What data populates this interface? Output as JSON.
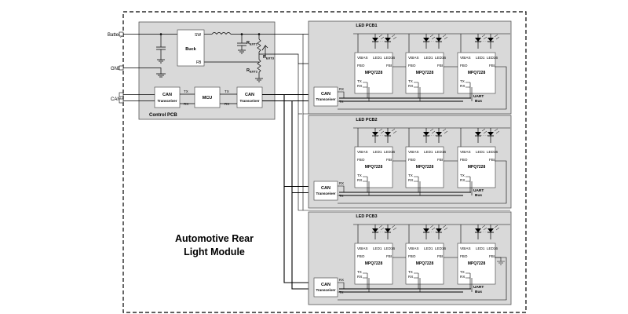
{
  "title_lines": [
    "Automotive Rear",
    "Light Module"
  ],
  "ports": {
    "battery": "Battery",
    "gnd": "GND",
    "can": "CAN"
  },
  "control": {
    "label": "Control PCB",
    "buck": "Buck",
    "sw": "SW",
    "fb": "FB",
    "mcu": "MCU",
    "can_line1": "CAN",
    "can_line2": "Transceiver",
    "tx": "TX",
    "rx": "RX",
    "rext1_main": "R",
    "rext1_sub": "EXT1",
    "rext2_main": "R",
    "rext2_sub": "EXT2",
    "rext3_main": "R",
    "rext3_sub": "EXT3"
  },
  "led_boards": [
    {
      "title": "LED PCB1"
    },
    {
      "title": "LED PCB2"
    },
    {
      "title": "LED PCB3"
    }
  ],
  "chip": {
    "name": "MPQ7228",
    "vbias": "VBIAS",
    "led1": "LED1",
    "led16": "LED16",
    "fbo": "FBO",
    "fbi": "FBI",
    "tx": "TX",
    "rx": "RX"
  },
  "uart_line1": "UART",
  "uart_line2": "Bus",
  "dots": "· · · · ·"
}
